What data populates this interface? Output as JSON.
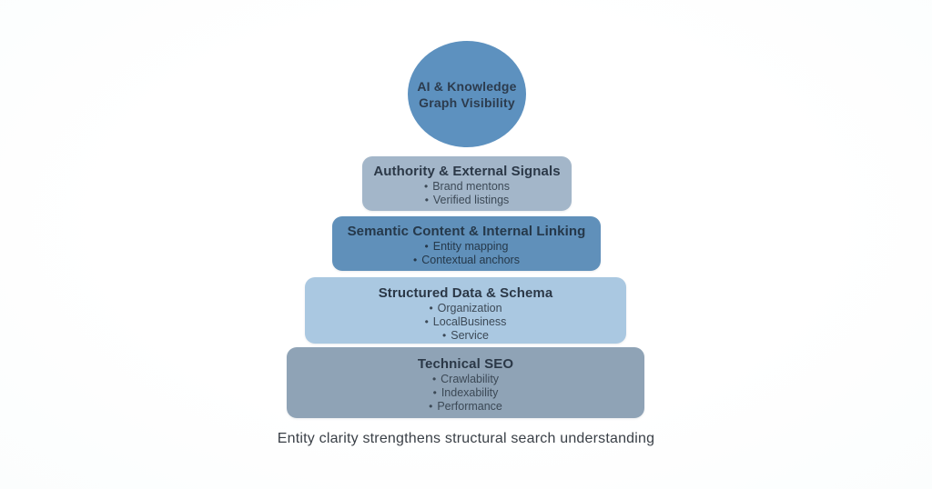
{
  "diagram": {
    "bullet_char": "•",
    "apex": {
      "label_line1": "AI & Knowledge",
      "label_line2": "Graph Visibility",
      "color": "#5d91bf"
    },
    "tiers": [
      {
        "title": "Authority & External Signals",
        "color": "#a3b6c9",
        "bullets": [
          "Brand mentons",
          "Verified listings"
        ]
      },
      {
        "title": "Semantic Content & Internal Linking",
        "color": "#6090ba",
        "bullets": [
          "Entity mapping",
          "Contextual anchors"
        ]
      },
      {
        "title": "Structured Data & Schema",
        "color": "#aac8e1",
        "bullets": [
          "Organization",
          "LocalBusiness",
          "Service"
        ]
      },
      {
        "title": "Technical SEO",
        "color": "#8fa3b6",
        "bullets": [
          "Crawlability",
          "Indexability",
          "Performance"
        ]
      }
    ],
    "caption": "Entity clarity strengthens structural search understanding"
  }
}
